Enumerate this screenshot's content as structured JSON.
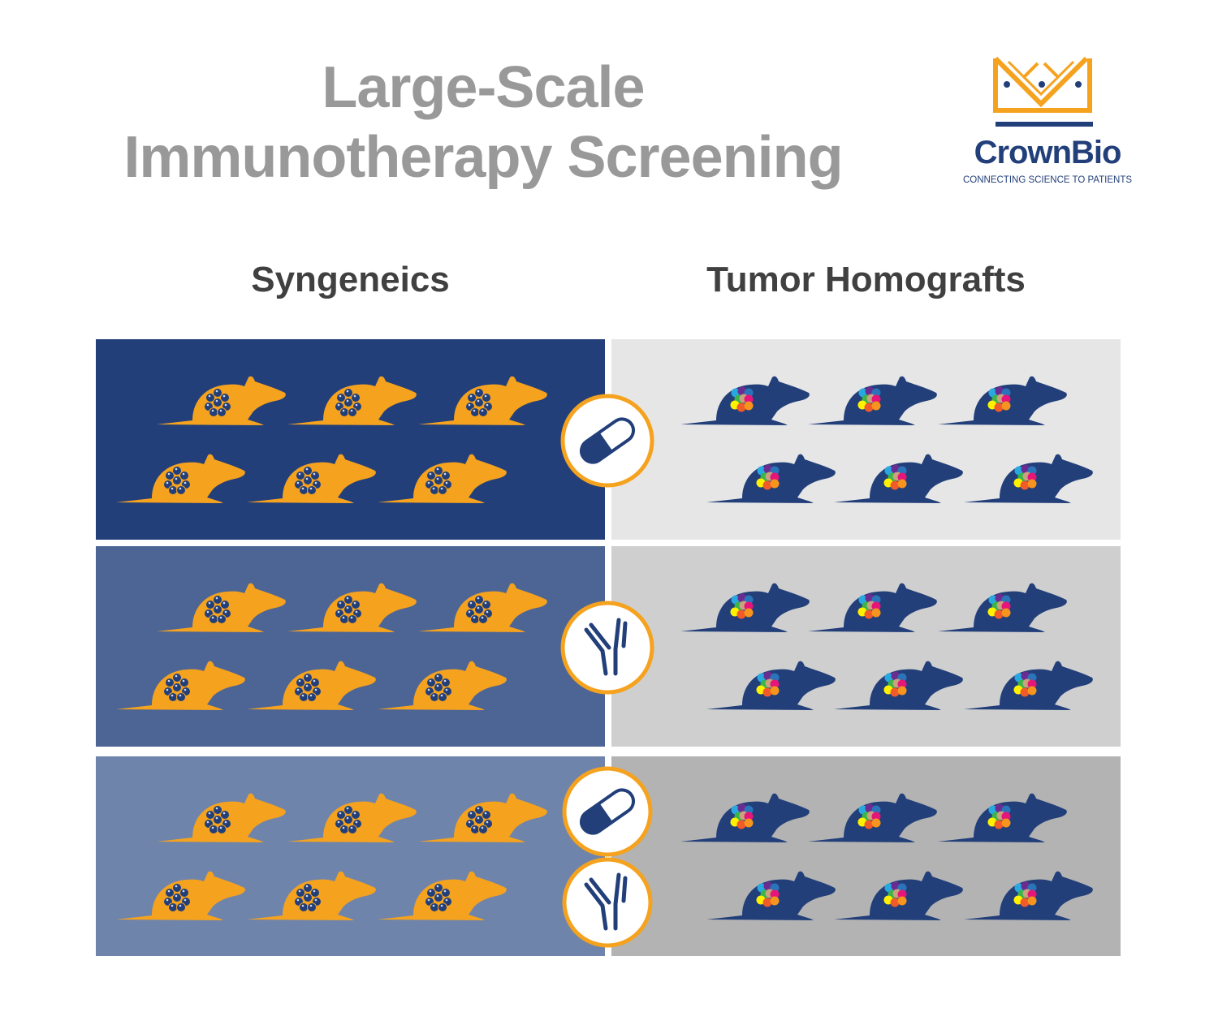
{
  "title": {
    "line1": "Large-Scale",
    "line2": "Immunotherapy Screening"
  },
  "logo": {
    "name": "CrownBio",
    "tagline": "CONNECTING SCIENCE TO PATIENTS"
  },
  "columns": {
    "left": "Syngeneics",
    "right": "Tumor Homografts"
  },
  "colors": {
    "orange": "#f5a21e",
    "navy": "#223f7a",
    "left_rows": [
      "#233f7a",
      "#4d6595",
      "#6f84ab"
    ],
    "right_rows": [
      "#e6e6e6",
      "#cfcfcf",
      "#b3b3b3"
    ],
    "tumor_colors": [
      "#29a8e0",
      "#6b2c91",
      "#2a74b9",
      "#3bb44a",
      "#c9a27e",
      "#e6157a",
      "#fff200",
      "#f15a29",
      "#f7941d"
    ]
  },
  "rows": [
    {
      "treatments": [
        "pill-icon"
      ],
      "mice_per_side": 6
    },
    {
      "treatments": [
        "antibody-icon"
      ],
      "mice_per_side": 6
    },
    {
      "treatments": [
        "pill-icon",
        "antibody-icon"
      ],
      "mice_per_side": 6
    }
  ]
}
